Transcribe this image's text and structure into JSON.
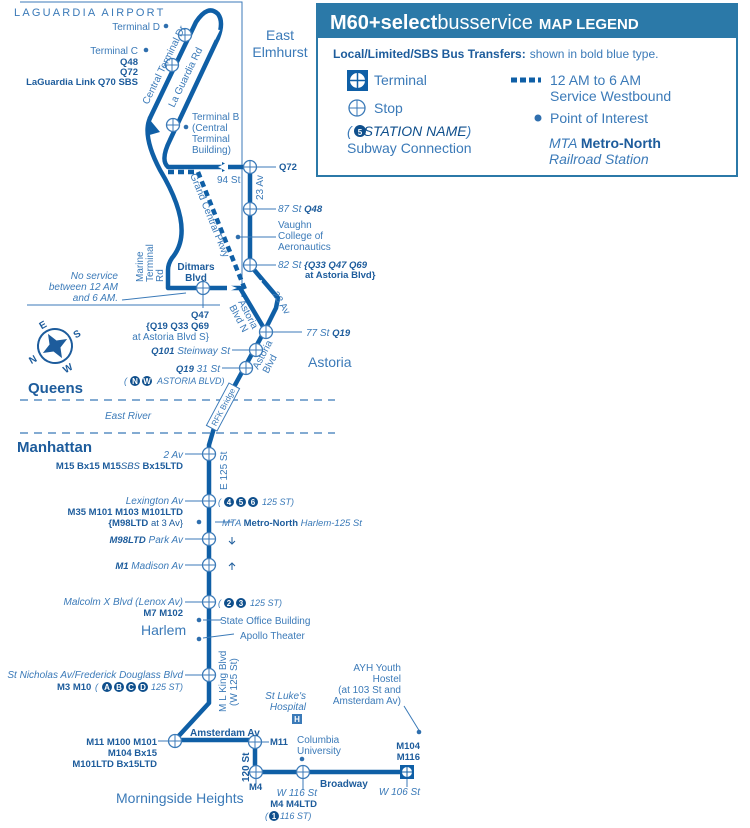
{
  "legend": {
    "route": "M60+",
    "brand_bold": "select",
    "brand_light": "busservice",
    "title": "MAP LEGEND",
    "transfers_bold": "Local/Limited/SBS Bus Transfers:",
    "transfers_rest": "shown in bold blue type.",
    "terminal": "Terminal",
    "stop": "Stop",
    "station_bullet": "5",
    "station_name": "STATION NAME",
    "subway_connection": "Subway Connection",
    "night_1": "12 AM to 6 AM",
    "night_2": "Service Westbound",
    "poi": "Point of Interest",
    "mta": "MTA",
    "metro_north": "Metro-North",
    "railroad": "Railroad Station"
  },
  "colors": {
    "route": "#0f5fa6",
    "text": "#3b7ab8",
    "header": "#2b79a8"
  },
  "areas": {
    "airport": "LAGUARDIA AIRPORT",
    "east_elmhurst_1": "East",
    "east_elmhurst_2": "Elmhurst",
    "astoria": "Astoria",
    "queens": "Queens",
    "east_river": "East River",
    "manhattan": "Manhattan",
    "harlem": "Harlem",
    "morningside": "Morningside Heights"
  },
  "airport": {
    "terminal_d": "Terminal D",
    "terminal_c": "Terminal C",
    "c_bus1": "Q48",
    "c_bus2": "Q72",
    "c_bus3": "LaGuardia Link Q70 SBS",
    "terminal_b_1": "Terminal B",
    "terminal_b_2": "(Central",
    "terminal_b_3": "Terminal",
    "terminal_b_4": "Building)",
    "central_terminal_dr": "Central Terminal Dr",
    "la_guardia_rd": "La Guardia Rd"
  },
  "streets": {
    "94st": "94 St",
    "23av": "23 Av",
    "23av_b": "23 Av",
    "gcp": "Grand Central Pkwy",
    "marine_1": "Marine",
    "marine_2": "Terminal",
    "marine_3": "Rd",
    "astoria_n_1": "Astoria",
    "astoria_n_2": "Blvd N",
    "astoria_blvd_1": "Astoria",
    "astoria_blvd_2": "Blvd",
    "rfk": "RFK Bridge",
    "e125": "E 125 St",
    "mlk_1": "M L King Blvd",
    "mlk_2": "(W 125 St)",
    "amsterdam": "Amsterdam Av",
    "120st": "120 St",
    "broadway": "Broadway"
  },
  "stops": {
    "q72": "Q72",
    "87st": "87 St",
    "87st_bus": "Q48",
    "vaughn_1": "Vaughn",
    "vaughn_2": "College of",
    "vaughn_3": "Aeronautics",
    "82st": "82 St",
    "82st_bus1": "{Q33 Q47 Q69",
    "82st_bus2": "at Astoria Blvd}",
    "ditmars_1": "Ditmars",
    "ditmars_2": "Blvd",
    "noservice_1": "No service",
    "noservice_2": "between 12 AM",
    "noservice_3": "and 6 AM.",
    "ditmars_bus1": "Q47",
    "ditmars_bus2": "{Q19 Q33 Q69",
    "ditmars_bus3": "at Astoria Blvd S}",
    "77st": "77 St",
    "77st_bus": "Q19",
    "steinway_bus": "Q101",
    "steinway": "Steinway St",
    "31st_bus": "Q19",
    "31st": "31 St",
    "31st_sub1": "N",
    "31st_sub2": "W",
    "31st_station": "ASTORIA BLVD)",
    "2av": "2 Av",
    "2av_bus1": "M15 Bx15 M15",
    "2av_sbs": "SBS",
    "2av_bus2": "Bx15LTD",
    "lex": "Lexington Av",
    "lex_sub1": "4",
    "lex_sub2": "5",
    "lex_sub3": "6",
    "lex_station": "125 ST)",
    "lex_bus1": "M35 M101 M103 M101LTD",
    "lex_bus2": "{M98LTD",
    "lex_bus3": "at 3 Av}",
    "mn_mta": "MTA",
    "mn_name": "Metro-North",
    "mn_station": "Harlem-125 St",
    "park_bus": "M98LTD",
    "park": "Park Av",
    "madison_bus": "M1",
    "madison": "Madison Av",
    "malcolm": "Malcolm X Blvd (Lenox Av)",
    "malcolm_sub1": "2",
    "malcolm_sub2": "3",
    "malcolm_station": "125 ST)",
    "malcolm_bus": "M7 M102",
    "state_office": "State Office Building",
    "apollo": "Apollo Theater",
    "stnick": "St Nicholas Av/Frederick Douglass Blvd",
    "stnick_bus": "M3 M10",
    "stnick_sub1": "A",
    "stnick_sub2": "B",
    "stnick_sub3": "C",
    "stnick_sub4": "D",
    "stnick_station": "125 ST)",
    "ams_bus1": "M11 M100 M101",
    "ams_bus2": "M104 Bx15",
    "ams_bus3": "M101LTD Bx15LTD",
    "ams120_bus": "M11",
    "stlukes_1": "St Luke's",
    "stlukes_2": "Hospital",
    "hospital": "H",
    "columbia_1": "Columbia",
    "columbia_2": "University",
    "ayh_1": "AYH Youth",
    "ayh_2": "Hostel",
    "ayh_3": "(at 103 St and",
    "ayh_4": "Amsterdam Av)",
    "120_bus": "M4",
    "w116": "W 116 St",
    "w116_bus": "M4 M4LTD",
    "w116_sub": "1",
    "w116_station": "116 ST)",
    "w106_bus1": "M104",
    "w106_bus2": "M116",
    "w106": "W 106 St"
  }
}
